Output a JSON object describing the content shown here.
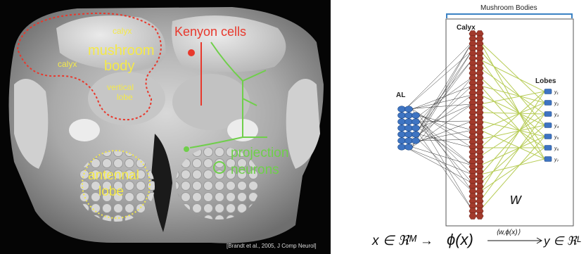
{
  "photo": {
    "labels": {
      "calyx_top": "calyx",
      "calyx_left": "calyx",
      "mushroom_body": [
        "mushroom",
        "body"
      ],
      "vertical_lobe": [
        "vertical",
        "lobe"
      ],
      "kenyon_cells": "Kenyon cells",
      "projection_neurons": [
        "projection",
        "neurons"
      ],
      "antennal_lobe": [
        "antennal",
        "lobe"
      ],
      "citation": "[Brandt et al., 2005, J Comp Neurol]"
    },
    "colors": {
      "red": "#e8382c",
      "yellow": "#f4e94a",
      "green": "#6fcf4a"
    }
  },
  "network": {
    "mushroom_bodies_label": "Mushroom Bodies",
    "calyx_label": "Calyx",
    "al_label": "AL",
    "lobes_label": "Lobes",
    "weight_label": "w",
    "outputs": [
      "y₁",
      "y₂",
      "y₃",
      "y₄",
      "y₅",
      "y₆",
      "y₇"
    ],
    "formula": {
      "left": "x ∈ ℜᴹ →",
      "phi": "ϕ(x)",
      "arrow_label": "⟨w,ϕ(x)⟩",
      "right": "y ∈ ℜᴸ"
    },
    "colors": {
      "kc": "#a23a2c",
      "al": "#3e74c2",
      "bracket": "#3b82c4",
      "readout": "#b7cc56",
      "input": "#333333"
    }
  }
}
